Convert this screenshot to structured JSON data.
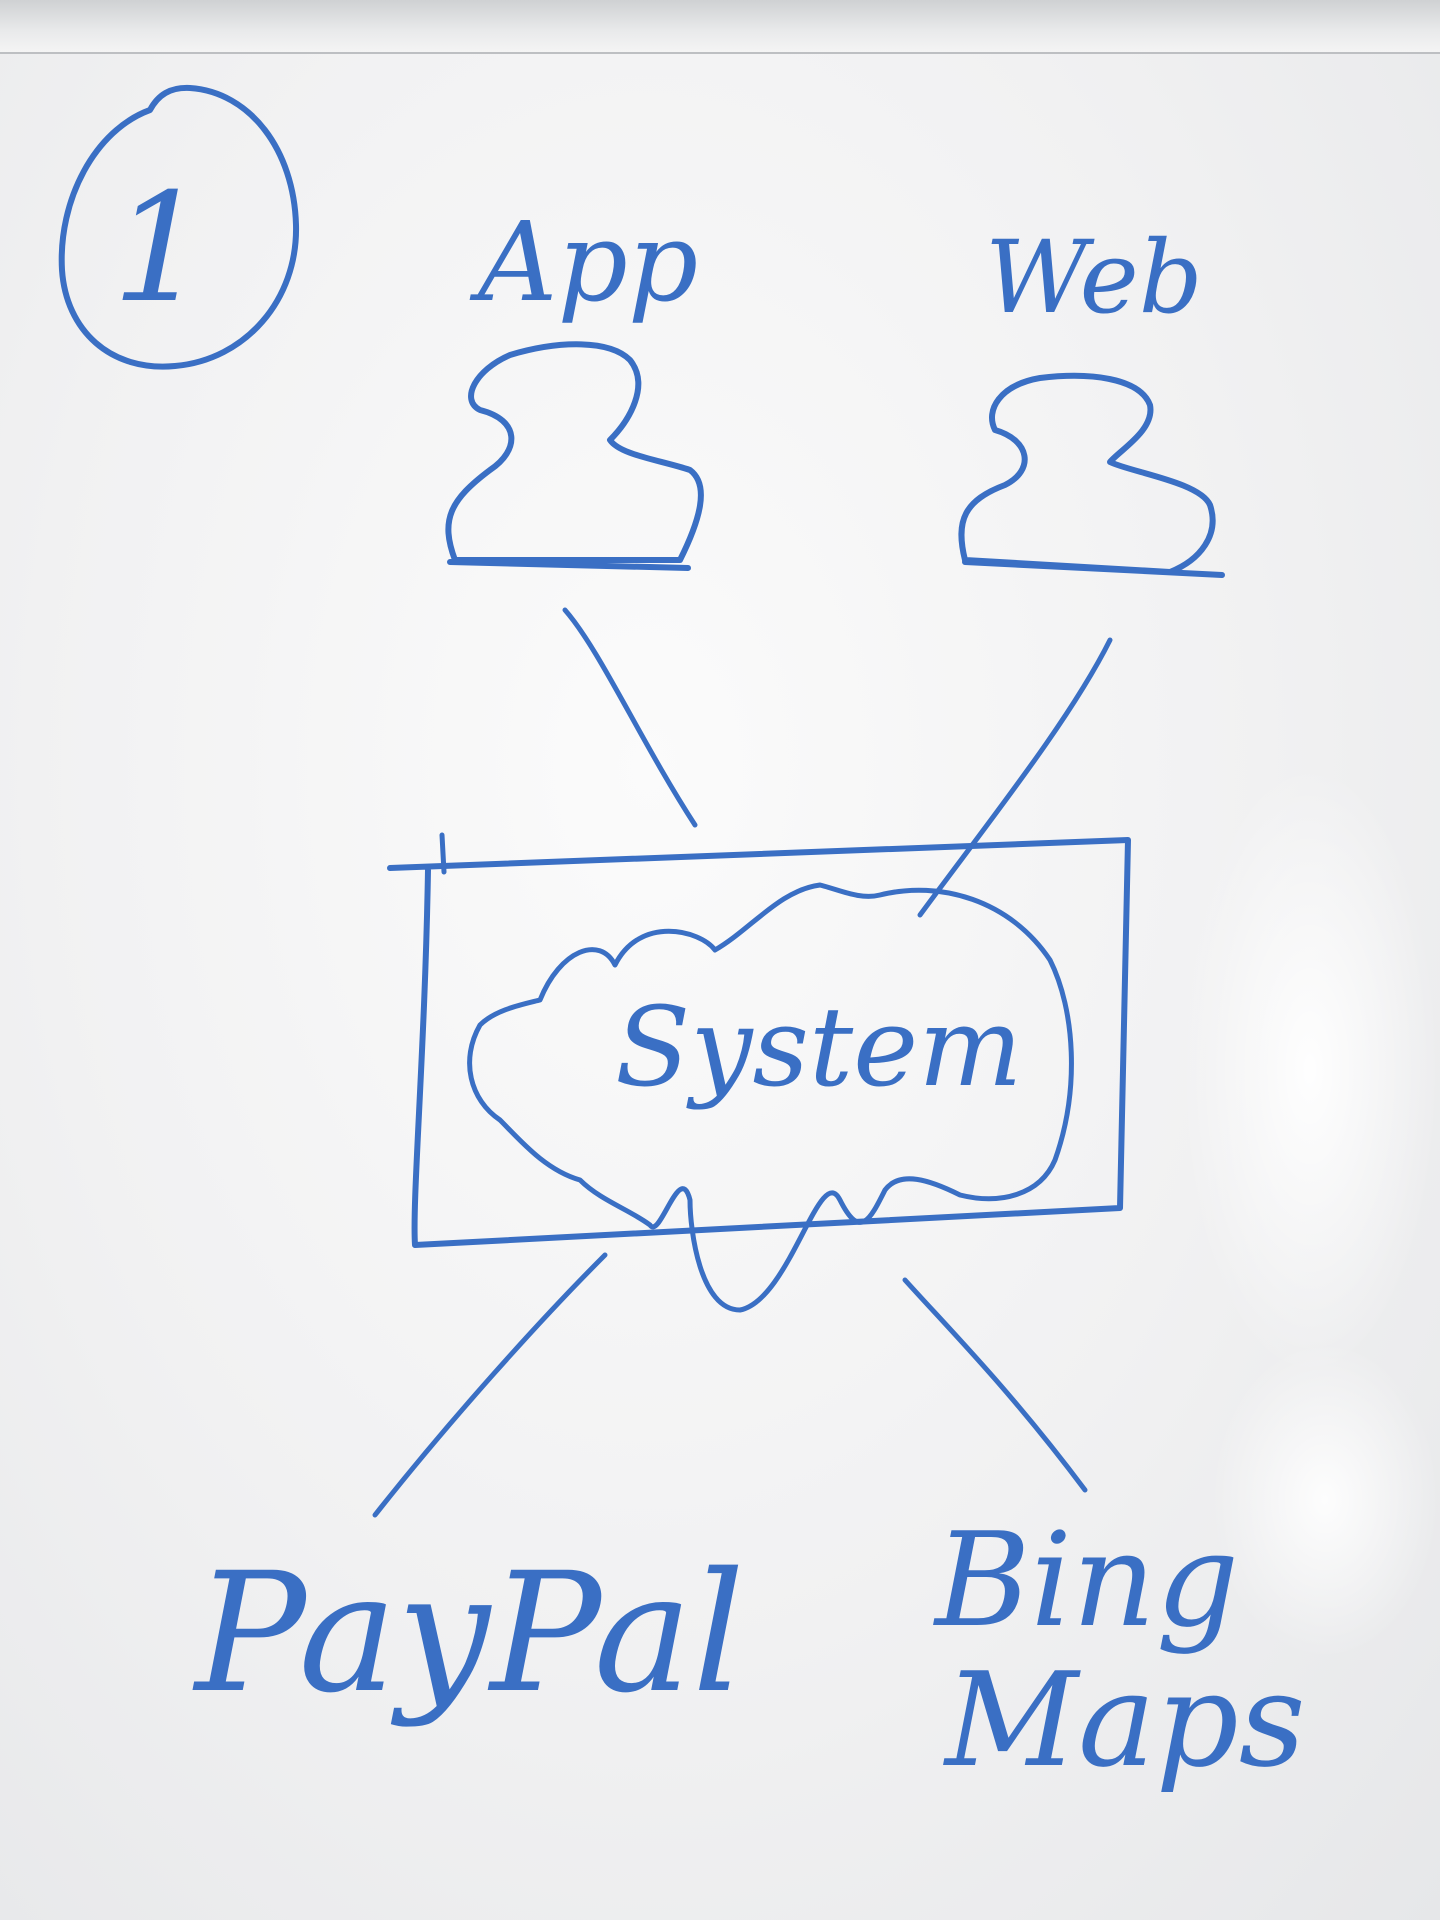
{
  "board": {
    "step_number": "1",
    "labels": {
      "app": "App",
      "web": "Web",
      "system": "System",
      "paypal": "PayPal",
      "bing_maps_line1": "Bing",
      "bing_maps_line2": "Maps"
    }
  },
  "colors": {
    "ink": "#3a6fc4",
    "board": "#f4f4f5",
    "frame": "#cfd1d3"
  }
}
